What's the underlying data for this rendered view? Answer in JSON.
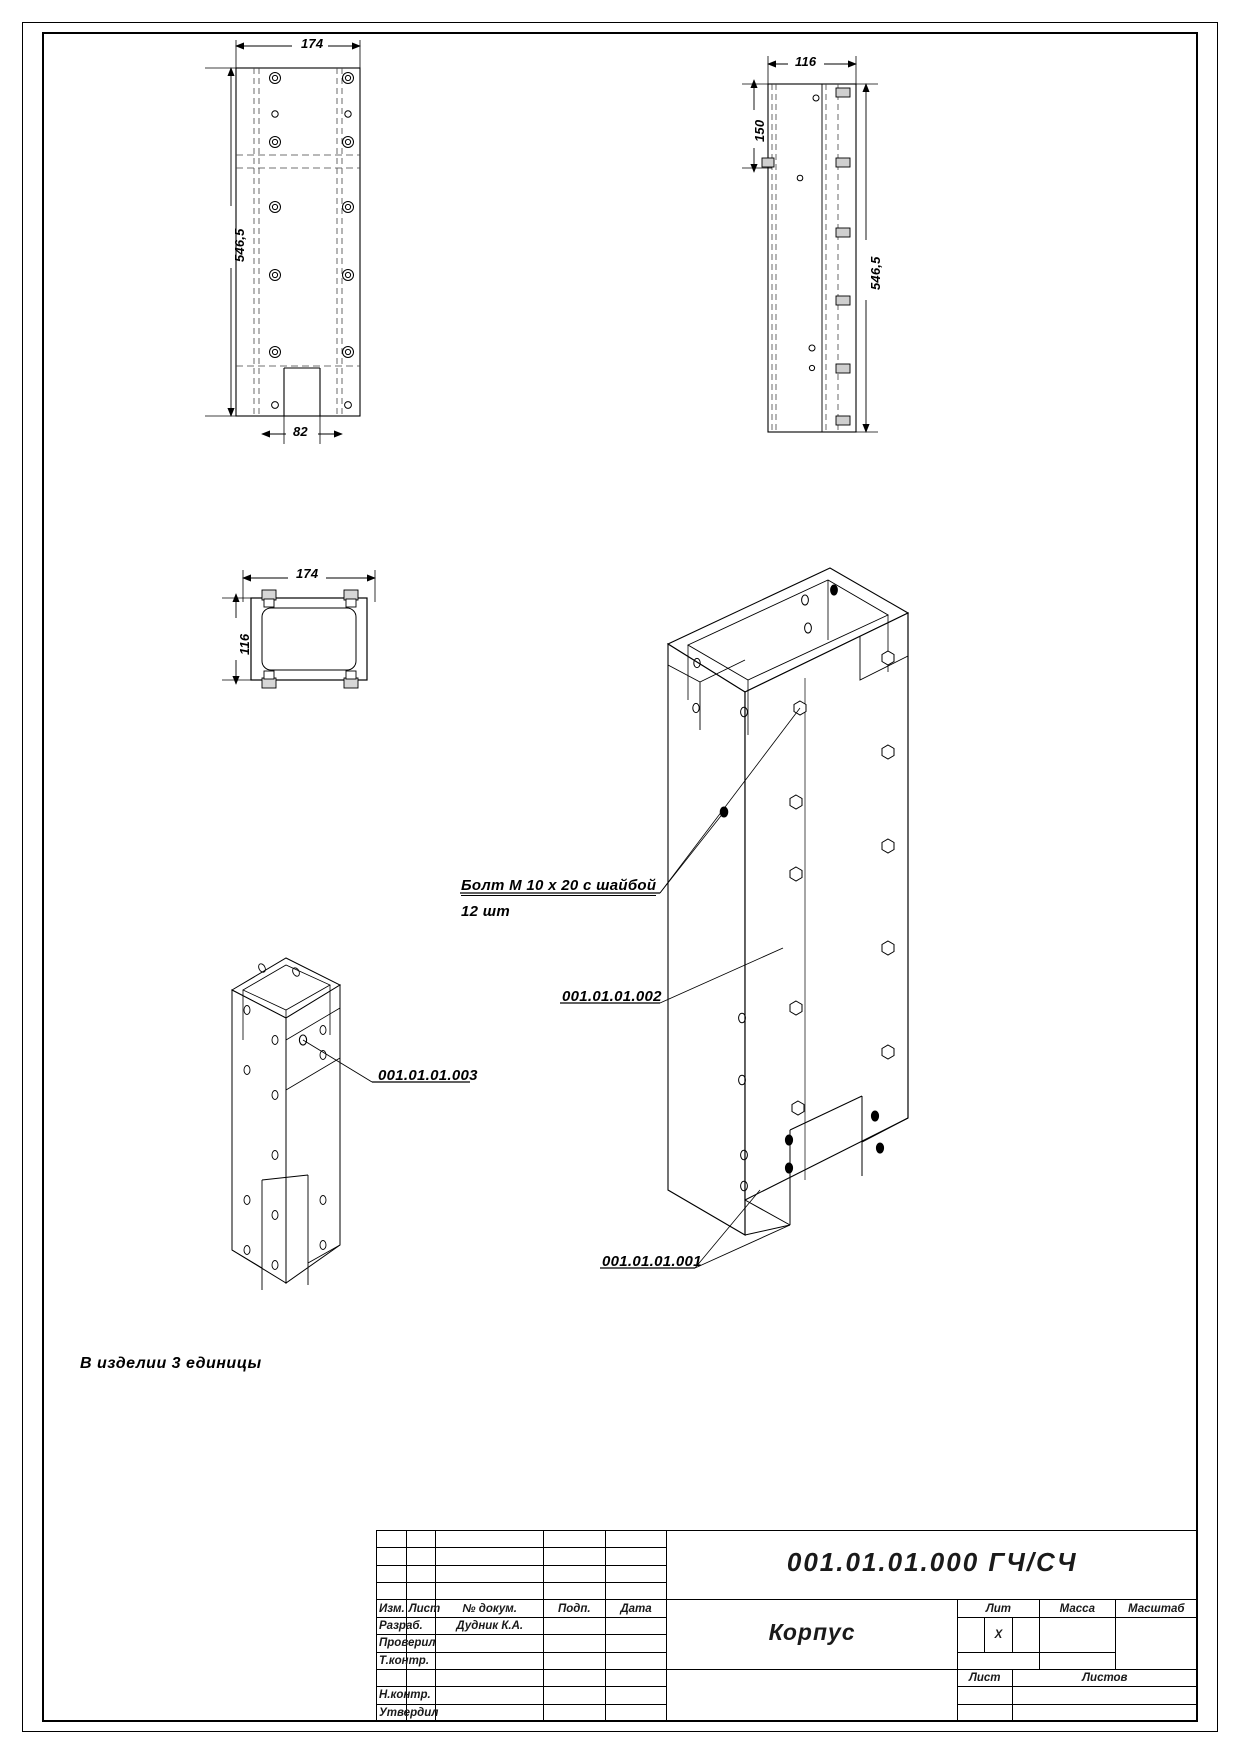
{
  "drawing": {
    "sheet_format": "A3 vertical engineering drawing",
    "left_note": "В изделии 3 единицы"
  },
  "dimensions": {
    "front_width": "174",
    "front_height": "546,5",
    "front_bottom_notch": "82",
    "side_width": "116",
    "side_top": "150",
    "side_height": "546,5",
    "section_width": "174",
    "section_height": "116"
  },
  "callouts": [
    {
      "id": "bolt",
      "line1": "Болт М 10 х 20  с шайбой",
      "line2": "12 шт"
    },
    {
      "id": "part002",
      "label": "001.01.01.002"
    },
    {
      "id": "part003",
      "label": "001.01.01.003"
    },
    {
      "id": "part001",
      "label": "001.01.01.001"
    }
  ],
  "title_block": {
    "designation": "001.01.01.000 ГЧ/СЧ",
    "part_name": "Корпус",
    "columns": {
      "izm": "Изм.",
      "list": "Лист",
      "doc_no": "№ докум.",
      "podp": "Подп.",
      "data": "Дата"
    },
    "roles": [
      {
        "role": "Разраб.",
        "name": "Дудник К.А.",
        "podp": "",
        "data": ""
      },
      {
        "role": "Проверил",
        "name": "",
        "podp": "",
        "data": ""
      },
      {
        "role": "Т.контр.",
        "name": "",
        "podp": "",
        "data": ""
      },
      {
        "role": "",
        "name": "",
        "podp": "",
        "data": ""
      },
      {
        "role": "Н.контр.",
        "name": "",
        "podp": "",
        "data": ""
      },
      {
        "role": "Утвердил",
        "name": "",
        "podp": "",
        "data": ""
      }
    ],
    "right": {
      "lit_label": "Лит",
      "massa_label": "Масса",
      "masshtab_label": "Масштаб",
      "lit_value": "Х",
      "massa_value": "",
      "masshtab_value": "",
      "list_label": "Лист",
      "listov_label": "Листов",
      "list_value": "",
      "listov_value": "",
      "org_value": ""
    }
  },
  "colors": {
    "line": "#000000",
    "thin": "#3a3a3a",
    "hidden": "#555555",
    "paper": "#ffffff"
  }
}
